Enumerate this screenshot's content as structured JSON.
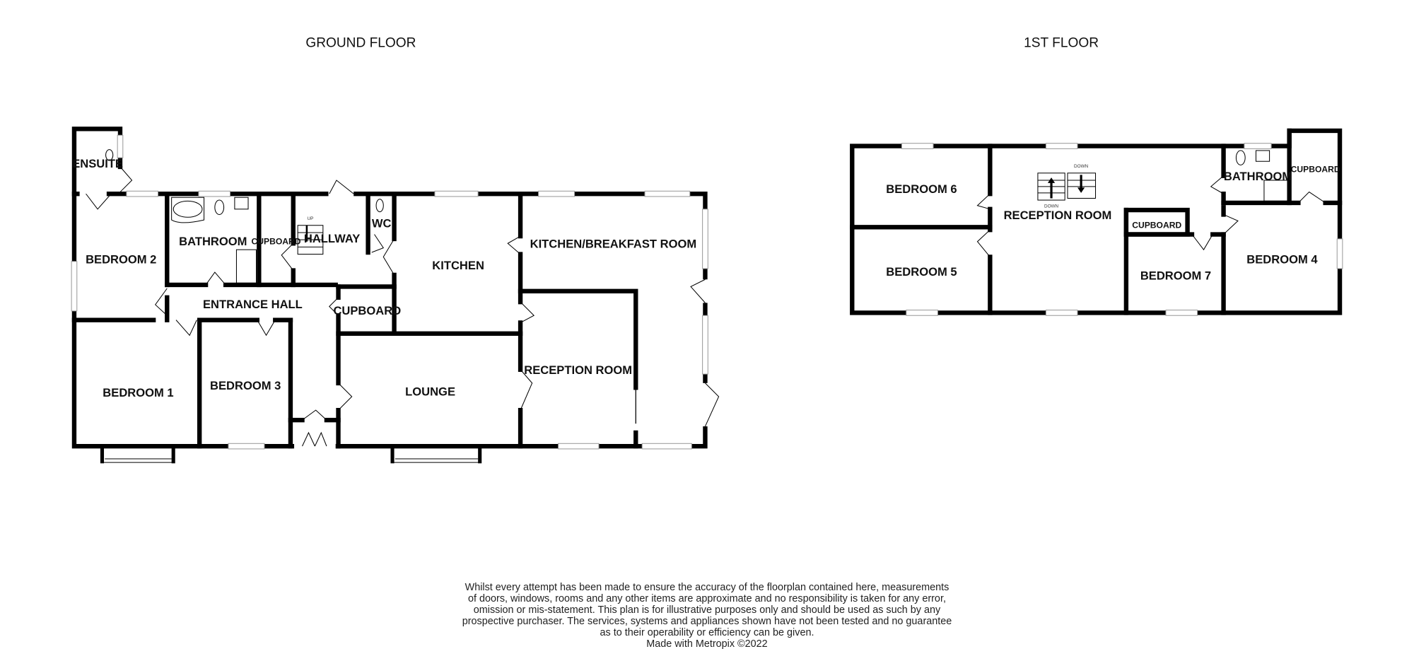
{
  "titles": {
    "ground": "GROUND FLOOR",
    "first": "1ST FLOOR"
  },
  "ground_rooms": {
    "ensuite": "ENSUITE",
    "bedroom2": "BEDROOM 2",
    "bathroom": "BATHROOM",
    "cupboard1": "CUPBOARD",
    "hallway": "HALLWAY",
    "wc": "WC",
    "kitchen": "KITCHEN",
    "kitchen_breakfast": "KITCHEN/BREAKFAST ROOM",
    "entrance_hall": "ENTRANCE HALL",
    "cupboard2": "CUPBOARD",
    "bedroom1": "BEDROOM 1",
    "bedroom3": "BEDROOM 3",
    "lounge": "LOUNGE",
    "reception": "RECEPTION ROOM",
    "stairs_up": "UP"
  },
  "first_rooms": {
    "bedroom6": "BEDROOM 6",
    "bedroom5": "BEDROOM 5",
    "reception": "RECEPTION ROOM",
    "bathroom": "BATHROOM",
    "cupboard1": "CUPBOARD",
    "cupboard2": "CUPBOARD",
    "bedroom7": "BEDROOM 7",
    "bedroom4": "BEDROOM 4",
    "stairs_down_1": "DOWN",
    "stairs_down_2": "DOWN"
  },
  "disclaimer": [
    "Whilst every attempt has been made to ensure the accuracy of the floorplan contained here, measurements",
    "of doors, windows, rooms and any other items are approximate and no responsibility is taken for any error,",
    "omission or mis-statement. This plan is for illustrative purposes only and should be used as such by any",
    "prospective purchaser. The services, systems and appliances shown have not been tested and no guarantee",
    "as to their operability or efficiency can be given.",
    "Made with Metropix ©2022"
  ]
}
